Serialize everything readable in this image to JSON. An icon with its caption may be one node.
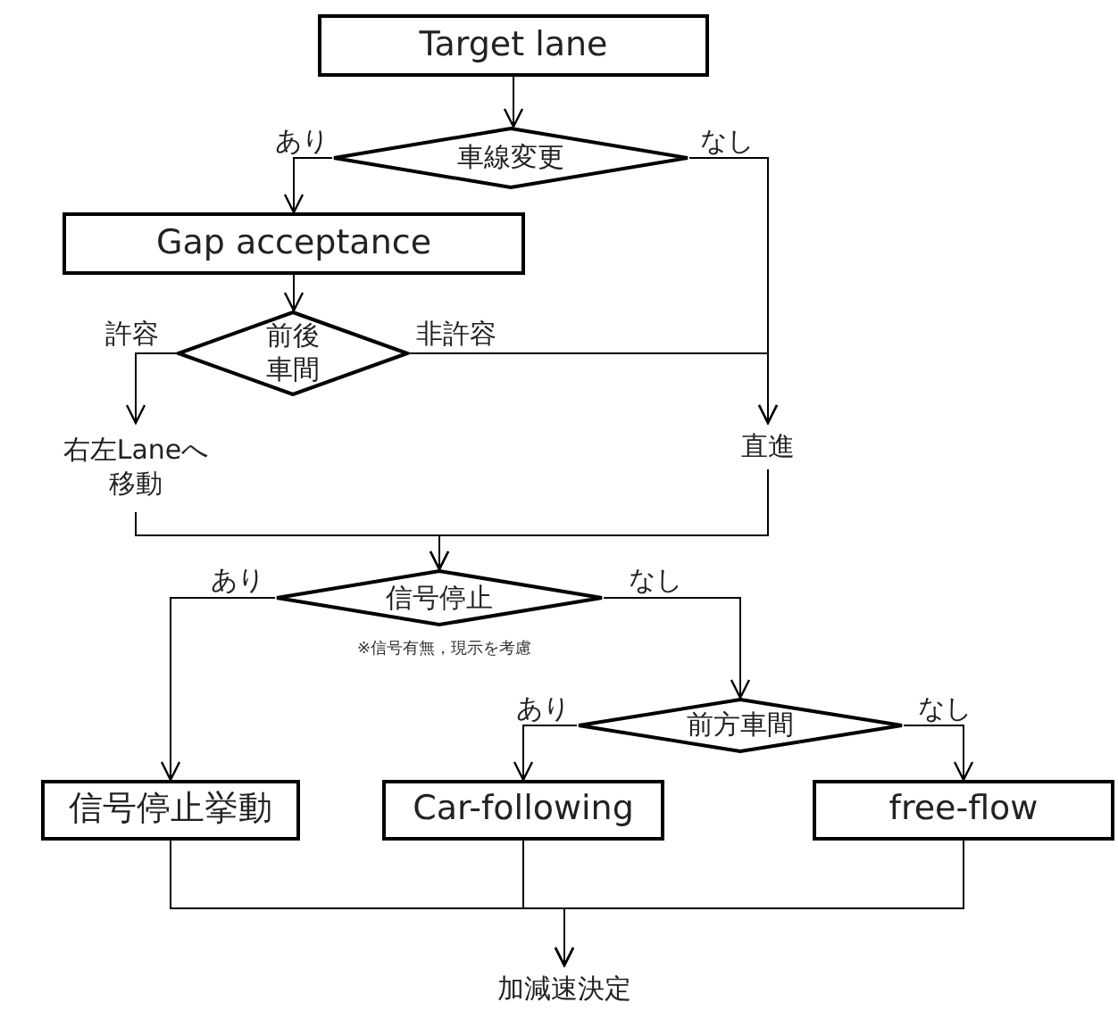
{
  "diagram": {
    "nodes": [
      {
        "text": [
          "Target lane"
        ]
      },
      {
        "text": [
          "車線変更"
        ]
      },
      {
        "text": [
          "Gap acceptance"
        ]
      },
      {
        "text": [
          "前後車間"
        ]
      },
      {
        "text": [
          "右左Laneへ移動"
        ]
      },
      {
        "text": [
          "直進"
        ]
      },
      {
        "text": [
          "信号停止"
        ]
      },
      {
        "text": [
          "前方車間"
        ]
      },
      {
        "text": [
          "信号停止挙動"
        ]
      },
      {
        "text": [
          "Car-following"
        ]
      },
      {
        "text": [
          "free-flow"
        ]
      },
      {
        "text": [
          "加減速決定"
        ]
      }
    ],
    "edges": [
      {
        "from": 0,
        "to": 1,
        "arrow": "to"
      },
      {
        "from": 1,
        "to": 2,
        "arrow": "to",
        "label": "あり"
      },
      {
        "from": 1,
        "to": 5,
        "arrow": "to",
        "label": "なし"
      },
      {
        "from": 2,
        "to": 3,
        "arrow": "to"
      },
      {
        "from": 3,
        "to": 4,
        "arrow": "to",
        "label": "許容"
      },
      {
        "from": 3,
        "to": 5,
        "arrow": "to",
        "label": "非許容"
      },
      {
        "from": 4,
        "to": 6,
        "arrow": "to"
      },
      {
        "from": 5,
        "to": 6,
        "arrow": "to"
      },
      {
        "from": 6,
        "to": 8,
        "arrow": "to",
        "label": "あり"
      },
      {
        "from": 6,
        "to": 7,
        "arrow": "to",
        "label": "なし"
      },
      {
        "from": 7,
        "to": 9,
        "arrow": "to",
        "label": "あり"
      },
      {
        "from": 7,
        "to": 10,
        "arrow": "to",
        "label": "なし"
      },
      {
        "from": 8,
        "to": 11,
        "arrow": "to"
      },
      {
        "from": 9,
        "to": 11,
        "arrow": "to"
      },
      {
        "from": 10,
        "to": 11,
        "arrow": "to"
      }
    ],
    "labels": [
      "※信号有無，現示を考慮"
    ]
  }
}
